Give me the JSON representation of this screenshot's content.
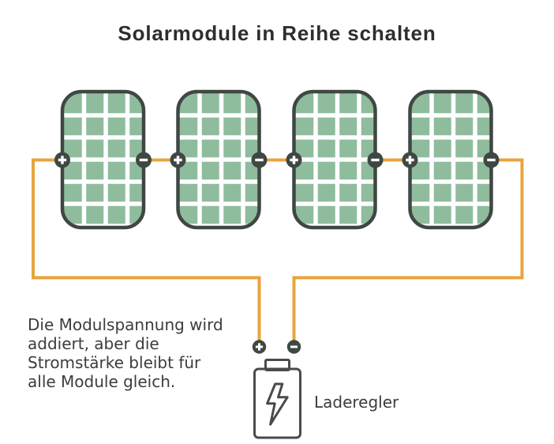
{
  "title": "Solarmodule in Reihe schalten",
  "description": "Die Modulspannung wird\naddiert, aber die\nStromstärke bleibt für\nalle Module gleich.",
  "controller": {
    "label": "Laderegler"
  },
  "panels": {
    "count": 4,
    "positive_terminal_symbol": "+",
    "negative_terminal_symbol": "−"
  },
  "colors": {
    "background": "#ffffff",
    "title_text": "#2e2e2e",
    "body_text": "#3c3c3c",
    "panel_green": "#8fbc9d",
    "outline_dark": "#3f4743",
    "wire_orange": "#e9a43c",
    "controller_gray": "#4a4a4b"
  }
}
